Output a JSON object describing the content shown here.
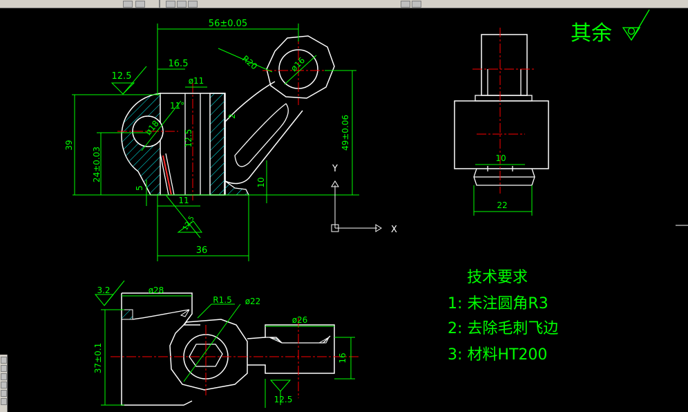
{
  "drawing": {
    "dims": {
      "d_56": "56±0.05",
      "d_16_5": "16.5",
      "d_r20": "R20",
      "d_phi16": "ø16",
      "d_phi11": "ø11",
      "d_11_angle": "11°",
      "d_phi18": "ø18",
      "d_12_5_v": "12.5",
      "d_2": "2",
      "d_39": "39",
      "d_24": "24±0.03",
      "d_5": "5",
      "d_11": "11",
      "d_36": "36",
      "d_10": "10",
      "d_49": "49±0.06",
      "d_12_5_r": "12.5",
      "d_10_side": "10",
      "d_22": "22",
      "d_3_2": "3.2",
      "d_phi28": "ø28",
      "d_37": "37±0.1",
      "d_r1_5": "R1.5",
      "d_phi22": "ø22",
      "d_phi26": "ø26",
      "d_16": "16",
      "d_12_5_b": "12.5"
    },
    "roughness_top_left": "12.5",
    "axes": {
      "y": "Y",
      "x": "X"
    },
    "remaining_finish": "其余",
    "requirements": {
      "title": "技术要求",
      "items": [
        "1:  未注圆角R3",
        "2:  去除毛刺飞边",
        "3:  材料HT200"
      ]
    }
  },
  "colors": {
    "background": "#000000",
    "outline": "#ffffff",
    "dimension": "#00ff00",
    "centerline": "#ff0000",
    "hatch": "#00ffff",
    "text": "#00ff00"
  }
}
